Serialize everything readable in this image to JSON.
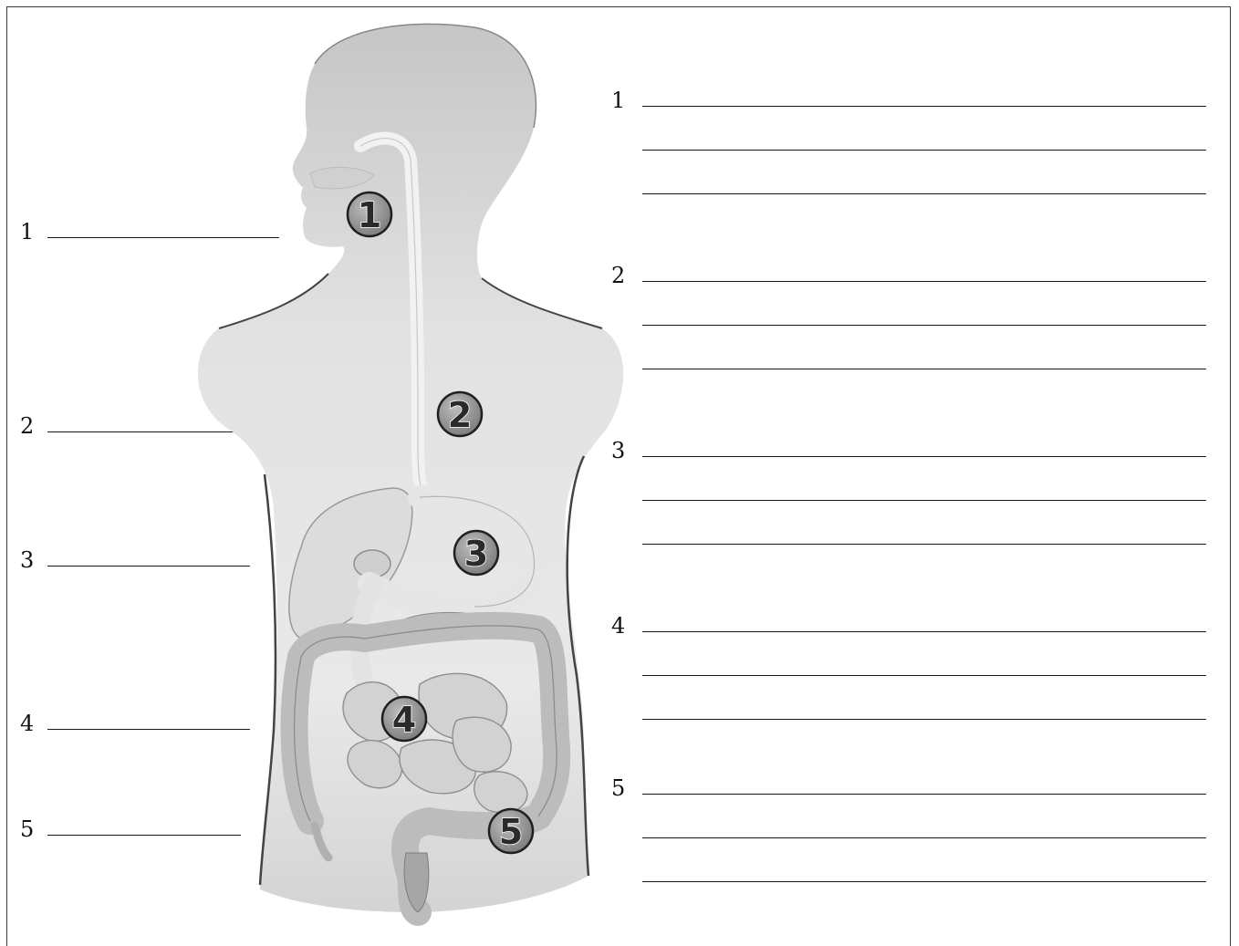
{
  "left_labels": [
    {
      "number": "1"
    },
    {
      "number": "2"
    },
    {
      "number": "3"
    },
    {
      "number": "4"
    },
    {
      "number": "5"
    }
  ],
  "right_labels": [
    {
      "number": "1"
    },
    {
      "number": "2"
    },
    {
      "number": "3"
    },
    {
      "number": "4"
    },
    {
      "number": "5"
    }
  ],
  "organ_markers": [
    {
      "number": "1",
      "organ": "mouth"
    },
    {
      "number": "2",
      "organ": "esophagus"
    },
    {
      "number": "3",
      "organ": "stomach"
    },
    {
      "number": "4",
      "organ": "small-intestine"
    },
    {
      "number": "5",
      "organ": "large-intestine"
    }
  ]
}
